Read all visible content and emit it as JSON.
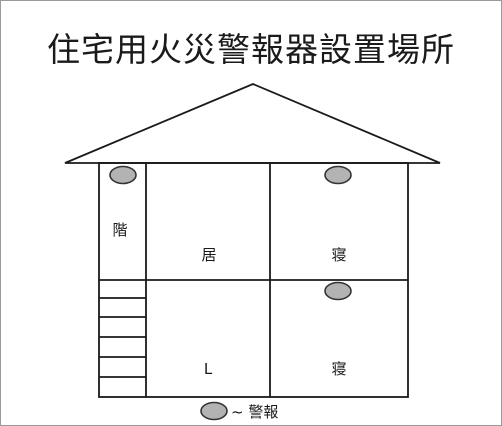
{
  "title": "住宅用火災警報器設置場所",
  "rooms": {
    "stairs": "階",
    "upper_left": "居",
    "upper_right": "寝",
    "lower_left": "L",
    "lower_right": "寝"
  },
  "legend": {
    "label": "~ 警報"
  },
  "colors": {
    "line": "#1a1a1a",
    "alarm_fill": "#b3b3b3",
    "alarm_stroke": "#333333"
  }
}
